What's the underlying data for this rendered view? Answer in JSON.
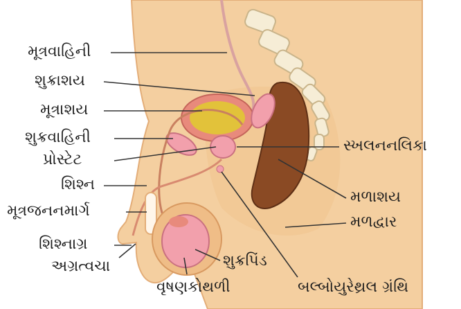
{
  "labels": {
    "ureter": "મૂત્રવાહિની",
    "seminal_vesicle": "શુક્રાશય",
    "bladder": "મૂત્રાશય",
    "vas_deferens": "શુક્રવાહિની",
    "prostate": "પ્રોસ્ટેટ",
    "penis": "શિશ્ન",
    "urethra": "મૂત્રજનનમાર્ગ",
    "glans": "શિશ્નાગ્ર",
    "foreskin": "અગ્રત્વચા",
    "ejaculatory_duct": "સ્ખલનનલિકા",
    "rectum": "મળાશય",
    "anus": "મળદ્વાર",
    "testis": "શુક્રપિંડ",
    "scrotum": "વૃષણકોથળી",
    "bulbourethral_gland": "બલ્બોયુરેથ્રલ ગ્રંથિ"
  },
  "colors": {
    "skin": "#f4cfa0",
    "skin_dark": "#e3ad78",
    "rectum": "#8a4a24",
    "bladder_wall": "#e88a7c",
    "bladder_urine": "#e2c23a",
    "testis": "#f2a0ac",
    "vertebra": "#f6edd6",
    "leader": "#333333"
  }
}
